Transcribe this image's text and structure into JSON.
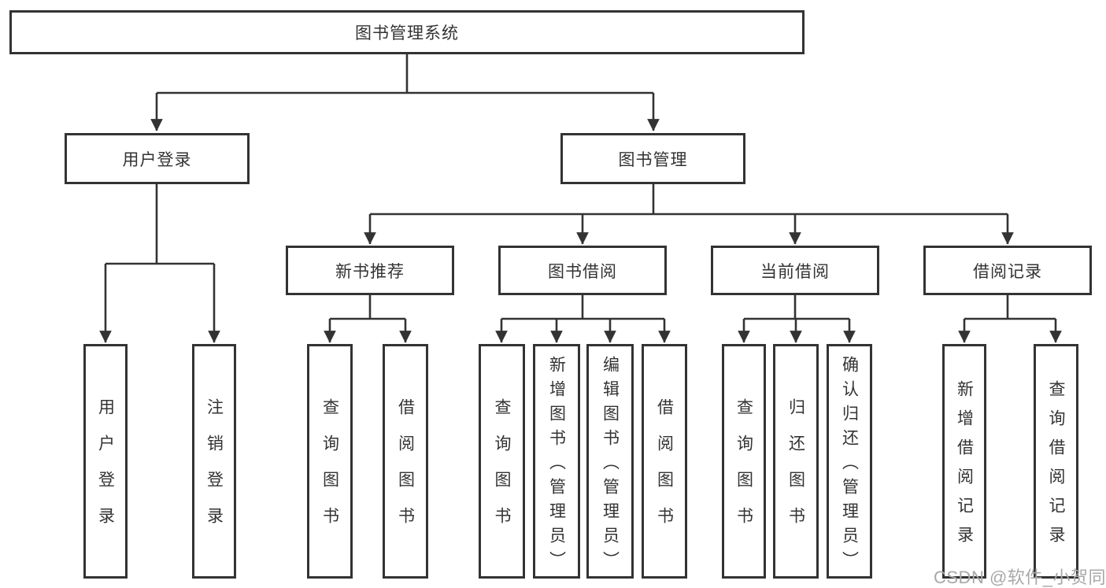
{
  "diagram": {
    "tree": {
      "label": "图书管理系统",
      "children": [
        {
          "label": "用户登录",
          "children": [
            {
              "label": "用户登录"
            },
            {
              "label": "注销登录"
            }
          ]
        },
        {
          "label": "图书管理",
          "children": [
            {
              "label": "新书推荐",
              "children": [
                {
                  "label": "查询图书"
                },
                {
                  "label": "借阅图书"
                }
              ]
            },
            {
              "label": "图书借阅",
              "children": [
                {
                  "label": "查询图书"
                },
                {
                  "label": "新增图书（管理员）"
                },
                {
                  "label": "编辑图书（管理员）"
                },
                {
                  "label": "借阅图书"
                }
              ]
            },
            {
              "label": "当前借阅",
              "children": [
                {
                  "label": "查询图书"
                },
                {
                  "label": "归还图书"
                },
                {
                  "label": "确认归还（管理员）"
                }
              ]
            },
            {
              "label": "借阅记录",
              "children": [
                {
                  "label": "新增借阅记录"
                },
                {
                  "label": "查询借阅记录"
                }
              ]
            }
          ]
        }
      ]
    }
  },
  "watermark": {
    "text": "CSDN @软件_小贺同学"
  },
  "colors": {
    "line": "#333333",
    "box_border": "#333333",
    "text": "#333333",
    "watermark": "#a8a8a8",
    "background": "#ffffff"
  }
}
